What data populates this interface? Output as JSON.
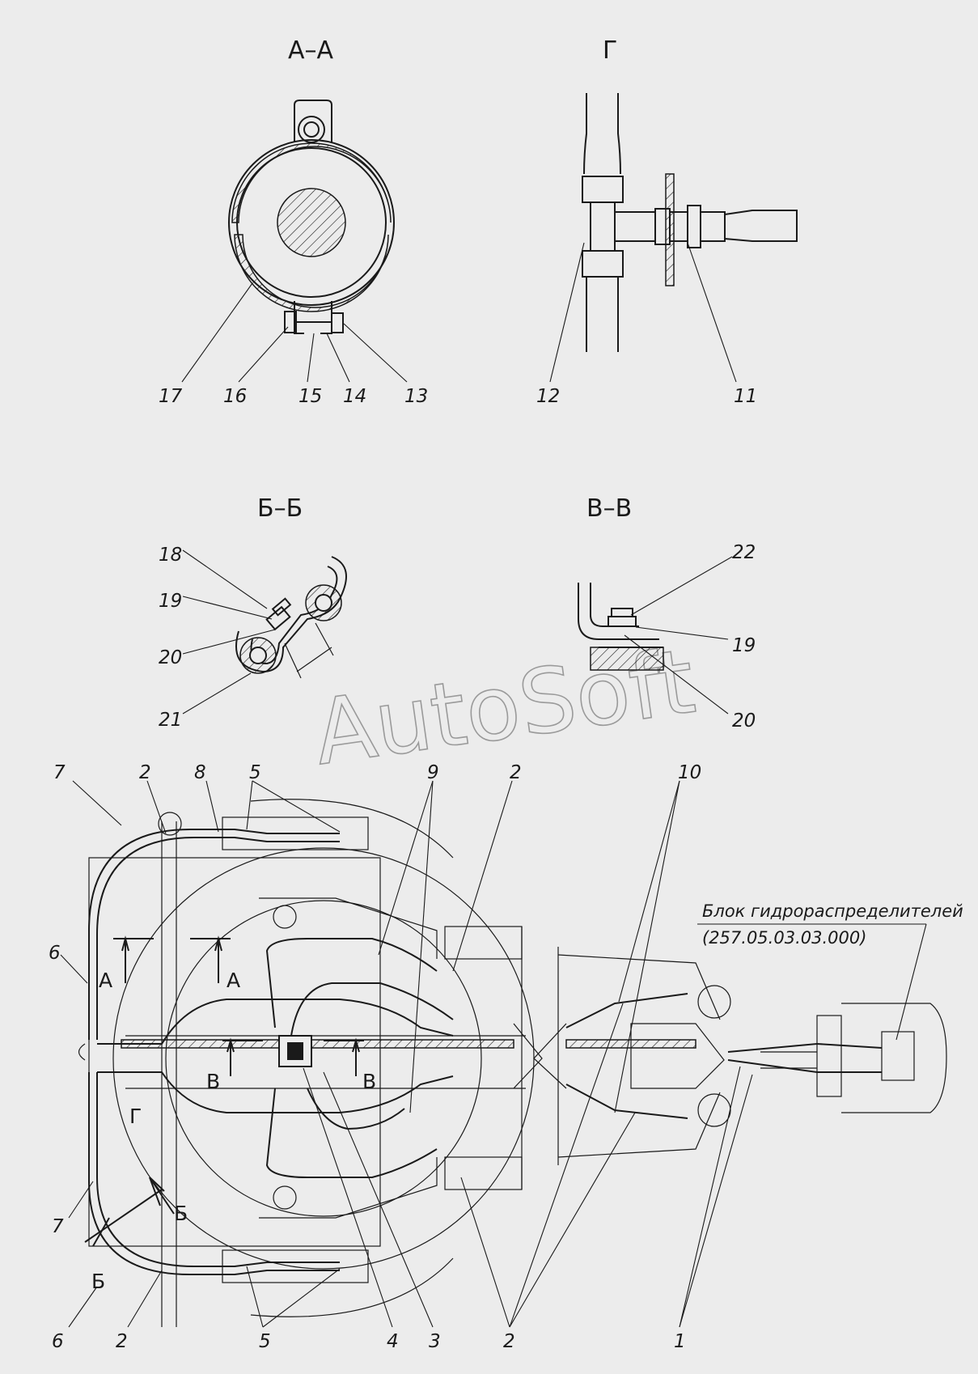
{
  "sections": {
    "aa": "А–А",
    "g": "Г",
    "bb": "Б–Б",
    "vv": "В–В"
  },
  "watermark": "AutoSoft",
  "callouts_aa": [
    "17",
    "16",
    "15",
    "14",
    "13"
  ],
  "callouts_g": [
    "12",
    "11"
  ],
  "callouts_bb": [
    "18",
    "19",
    "20",
    "21"
  ],
  "callouts_vv": [
    "22",
    "19",
    "20"
  ],
  "callouts_main_top": [
    "7",
    "2",
    "8",
    "5",
    "9",
    "2",
    "10"
  ],
  "callouts_main_left": [
    "6",
    "7",
    "6"
  ],
  "callouts_main_bottom": [
    "2",
    "5",
    "4",
    "3",
    "2",
    "1"
  ],
  "section_marks": {
    "a_left": "А",
    "a_right": "А",
    "v_left": "В",
    "v_right": "В",
    "g": "Г",
    "b_upper": "Б",
    "b_lower": "Б"
  },
  "note": {
    "line1": "Блок гидрораспределителей",
    "line2": "(257.05.03.03.000)"
  }
}
